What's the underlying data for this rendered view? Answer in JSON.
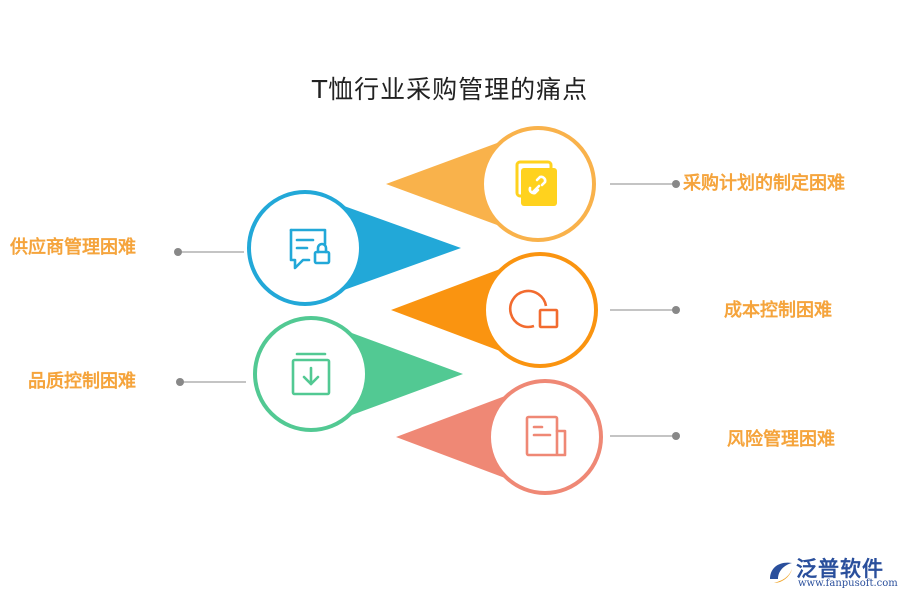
{
  "title": "T恤行业采购管理的痛点",
  "items": [
    {
      "label": "采购计划的制定困难",
      "color": "#f9b24b",
      "icon": "link-icon"
    },
    {
      "label": "供应商管理困难",
      "color": "#22a8d8",
      "icon": "message-lock-icon"
    },
    {
      "label": "成本控制困难",
      "color": "#fa9410",
      "icon": "chart-square-icon"
    },
    {
      "label": "品质控制困难",
      "color": "#52c993",
      "icon": "download-box-icon"
    },
    {
      "label": "风险管理困难",
      "color": "#ef8875",
      "icon": "document-icon"
    }
  ],
  "logo": {
    "name": "泛普软件",
    "url": "www.fanpusoft.com"
  }
}
